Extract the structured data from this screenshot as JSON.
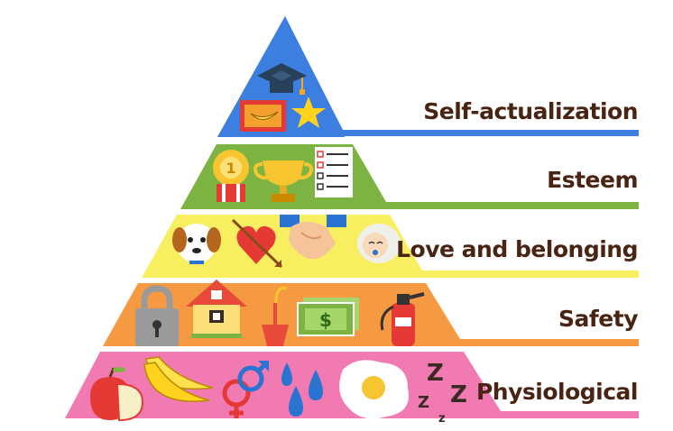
{
  "levels": [
    {
      "key": "self",
      "label": "Self-actualization",
      "color": "#3d7fe0",
      "icons": [
        "graduation-cap-icon",
        "banana-painting-icon",
        "star-icon"
      ]
    },
    {
      "key": "esteem",
      "label": "Esteem",
      "color": "#7cb342",
      "icons": [
        "gold-medal-icon",
        "trophy-icon",
        "checklist-icon"
      ]
    },
    {
      "key": "love",
      "label": "Love and belonging",
      "color": "#f7ef5f",
      "icons": [
        "dog-icon",
        "heart-arrow-icon",
        "handshake-icon",
        "baby-icon"
      ]
    },
    {
      "key": "safety",
      "label": "Safety",
      "color": "#f59a42",
      "icons": [
        "padlock-icon",
        "house-icon",
        "umbrella-icon",
        "money-icon",
        "fire-extinguisher-icon"
      ]
    },
    {
      "key": "physio",
      "label": "Physiological",
      "color": "#f27ab2",
      "icons": [
        "apple-icon",
        "bananas-icon",
        "gender-symbols-icon",
        "water-drops-icon",
        "fried-egg-icon",
        "sleep-zzz-icon"
      ]
    }
  ],
  "icon_text": {
    "medal": "1",
    "money": "$",
    "sleep": [
      "Z",
      "Z",
      "Z",
      "z"
    ]
  }
}
